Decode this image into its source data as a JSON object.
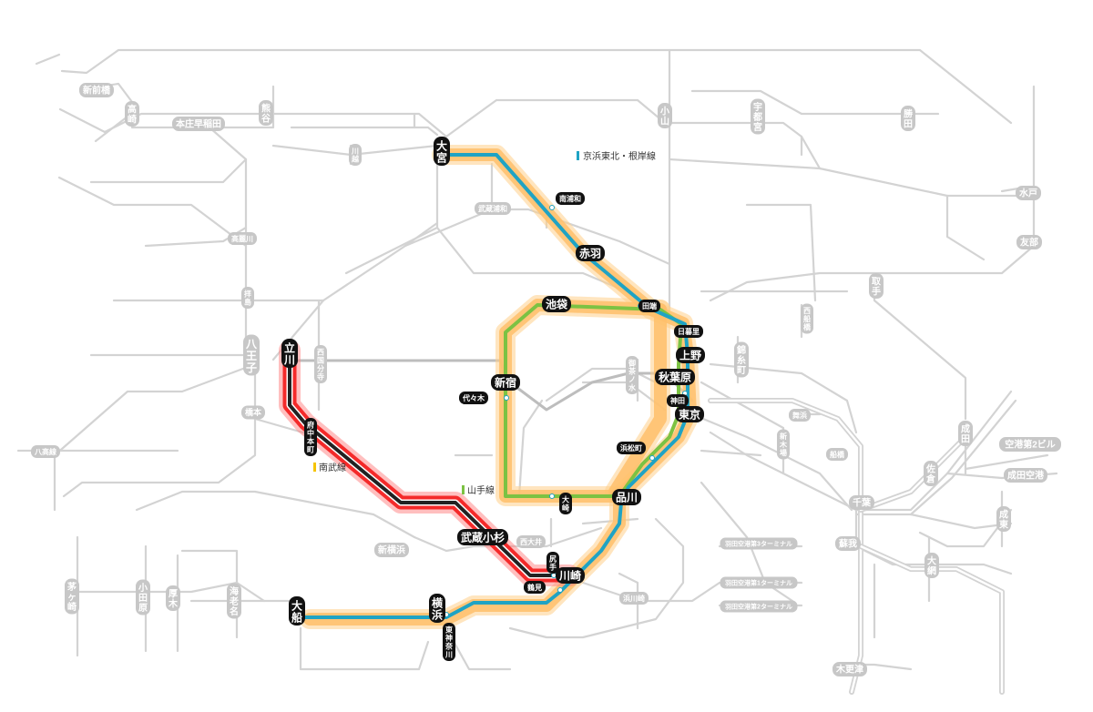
{
  "legend": [
    {
      "label": "京浜東北・根岸線",
      "color": "#1fa3c4"
    },
    {
      "label": "山手線",
      "color": "#7cc243"
    },
    {
      "label": "南武線",
      "color": "#f5c400"
    }
  ],
  "colors": {
    "keihin_tohoku": "#1fa3c4",
    "yamanote": "#7cc243",
    "nambu": "#222222",
    "highlight_orange": "#ffc06a",
    "highlight_red": "#f42a2a"
  },
  "stations_major": [
    {
      "id": "omiya",
      "label": "大宮"
    },
    {
      "id": "akabane",
      "label": "赤羽"
    },
    {
      "id": "ikebukuro",
      "label": "池袋"
    },
    {
      "id": "ueno",
      "label": "上野"
    },
    {
      "id": "akihabara",
      "label": "秋葉原"
    },
    {
      "id": "tokyo",
      "label": "東京"
    },
    {
      "id": "shinjuku",
      "label": "新宿"
    },
    {
      "id": "shinagawa",
      "label": "品川"
    },
    {
      "id": "musashikosugi",
      "label": "武蔵小杉"
    },
    {
      "id": "kawasaki",
      "label": "川崎"
    },
    {
      "id": "yokohama",
      "label": "横浜"
    },
    {
      "id": "ofuna",
      "label": "大船"
    },
    {
      "id": "tachikawa",
      "label": "立川"
    }
  ],
  "stations_minor": [
    {
      "id": "minamiurawa",
      "label": "南浦和"
    },
    {
      "id": "tabata",
      "label": "田端"
    },
    {
      "id": "nippori",
      "label": "日暮里"
    },
    {
      "id": "kanda",
      "label": "神田"
    },
    {
      "id": "hamamatsucho",
      "label": "浜松町"
    },
    {
      "id": "osaki",
      "label": "大崎"
    },
    {
      "id": "yoyogi",
      "label": "代々木"
    },
    {
      "id": "fuchuhonmachi",
      "label": "府中本町"
    },
    {
      "id": "shitte",
      "label": "尻手"
    },
    {
      "id": "tsurumi",
      "label": "鶴見"
    },
    {
      "id": "higashikanagawa",
      "label": "東神奈川"
    }
  ],
  "stations_background": [
    {
      "id": "takasaki",
      "label": "高崎"
    },
    {
      "id": "shinmaebashi",
      "label": "新前橋"
    },
    {
      "id": "honjowaseda",
      "label": "本庄早稲田"
    },
    {
      "id": "kumagaya",
      "label": "熊谷"
    },
    {
      "id": "oyama",
      "label": "小山"
    },
    {
      "id": "utsunomiya",
      "label": "宇都宮"
    },
    {
      "id": "katsuta",
      "label": "勝田"
    },
    {
      "id": "mito",
      "label": "水戸"
    },
    {
      "id": "tomobe",
      "label": "友部"
    },
    {
      "id": "toride",
      "label": "取手"
    },
    {
      "id": "kawagoe",
      "label": "川越"
    },
    {
      "id": "musashiurawa",
      "label": "武蔵浦和"
    },
    {
      "id": "takasakisen",
      "label": "高麗川"
    },
    {
      "id": "hachioji",
      "label": "八王子"
    },
    {
      "id": "haijima",
      "label": "拝島"
    },
    {
      "id": "nishikokubunji",
      "label": "西国分寺"
    },
    {
      "id": "ochanomizu",
      "label": "御茶ノ水"
    },
    {
      "id": "kinshicho",
      "label": "錦糸町"
    },
    {
      "id": "shinkiba",
      "label": "新木場"
    },
    {
      "id": "maihama",
      "label": "舞浜"
    },
    {
      "id": "nishifunabashi",
      "label": "西船橋"
    },
    {
      "id": "funabashi",
      "label": "船橋"
    },
    {
      "id": "chiba",
      "label": "千葉"
    },
    {
      "id": "soga",
      "label": "蘇我"
    },
    {
      "id": "sakura",
      "label": "佐倉"
    },
    {
      "id": "narita",
      "label": "成田"
    },
    {
      "id": "narita_t2",
      "label": "空港第2ビル"
    },
    {
      "id": "narita_airport",
      "label": "成田空港"
    },
    {
      "id": "naruto",
      "label": "成東"
    },
    {
      "id": "oami",
      "label": "大網"
    },
    {
      "id": "kisarazu",
      "label": "木更津"
    },
    {
      "id": "shinyokohama",
      "label": "新横浜"
    },
    {
      "id": "hashimoto",
      "label": "橋本"
    },
    {
      "id": "hachiko",
      "label": "八高線"
    },
    {
      "id": "chigasaki",
      "label": "茅ヶ崎"
    },
    {
      "id": "odawara",
      "label": "小田原"
    },
    {
      "id": "atsugi",
      "label": "厚木"
    },
    {
      "id": "ebina",
      "label": "海老名"
    },
    {
      "id": "hamakawasaki",
      "label": "浜川崎"
    },
    {
      "id": "nishioi",
      "label": "西大井"
    },
    {
      "id": "haneda3",
      "label": "羽田空港第3ターミナル"
    },
    {
      "id": "haneda1",
      "label": "羽田空港第1ターミナル"
    },
    {
      "id": "haneda2",
      "label": "羽田空港第2ターミナル"
    }
  ]
}
